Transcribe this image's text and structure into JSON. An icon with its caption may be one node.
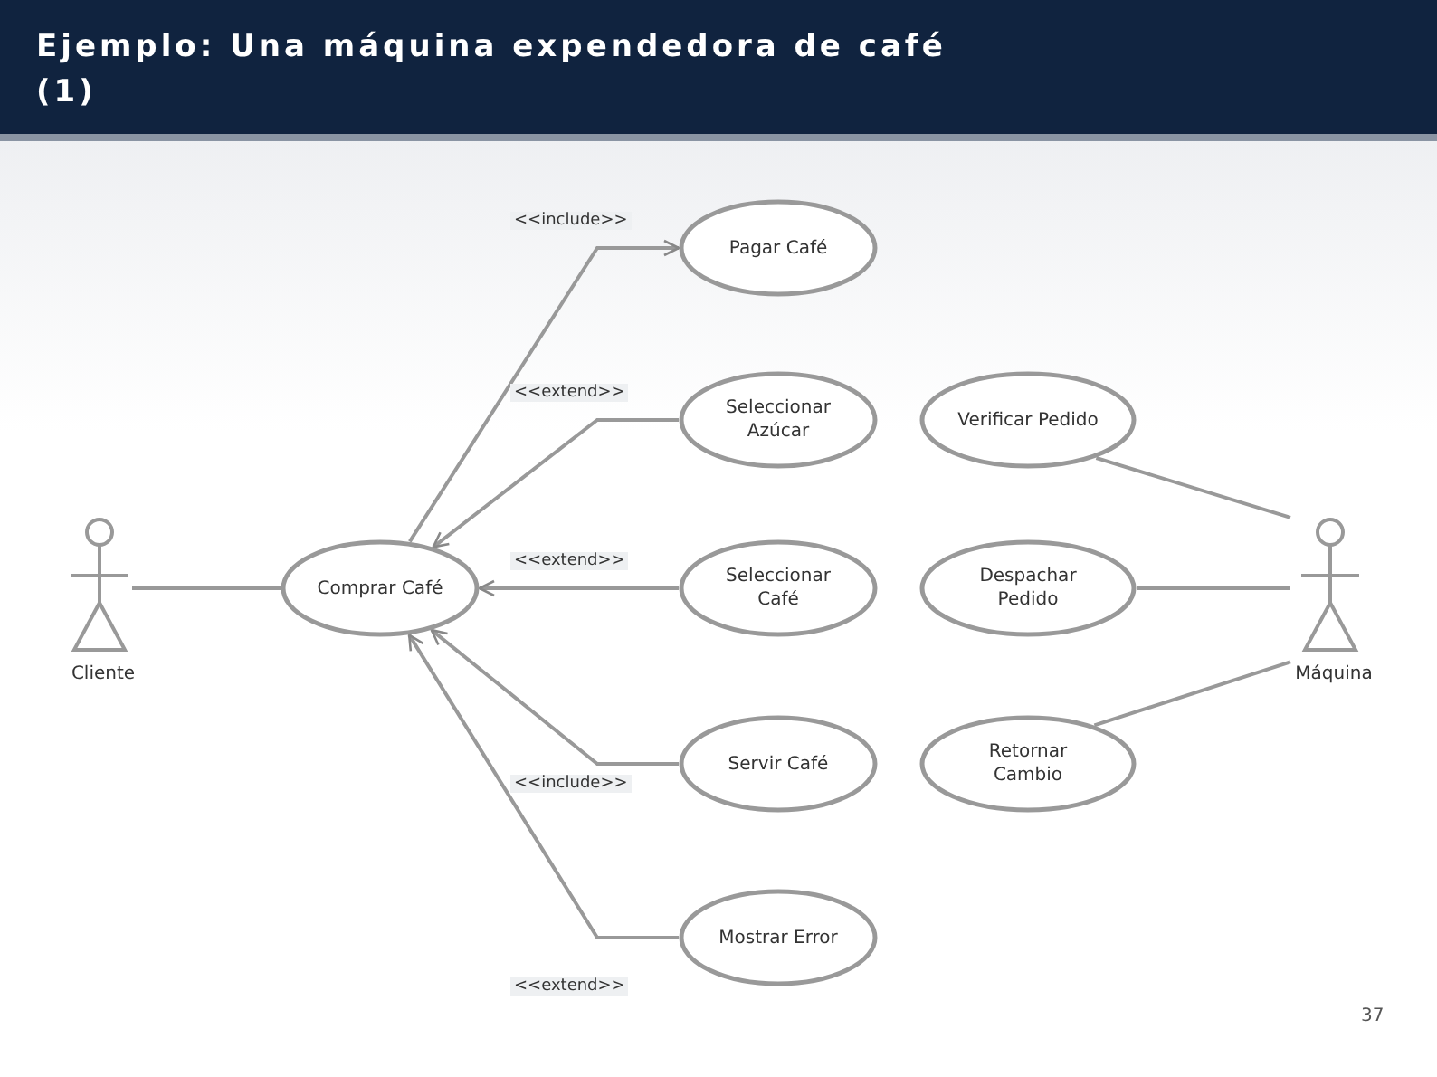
{
  "diagram": {
    "title": "Ejemplo: Una máquina expendedora de café (1)",
    "nodes": [
      {
        "text": [
          "Cliente"
        ]
      },
      {
        "text": [
          "Comprar Café"
        ]
      },
      {
        "text": [
          "Pagar Café"
        ]
      },
      {
        "text": [
          "Seleccionar Azúcar"
        ]
      },
      {
        "text": [
          "Seleccionar Café"
        ]
      },
      {
        "text": [
          "Servir Café"
        ]
      },
      {
        "text": [
          "Mostrar Error"
        ]
      },
      {
        "text": [
          "Verificar Pedido"
        ]
      },
      {
        "text": [
          "Despachar Pedido"
        ]
      },
      {
        "text": [
          "Retornar Cambio"
        ]
      },
      {
        "text": [
          "Máquina"
        ]
      }
    ],
    "edges": [
      {
        "from": 1,
        "to": 2,
        "arrow": "to",
        "label": "<<include>>"
      },
      {
        "from": 3,
        "to": 1,
        "arrow": "to",
        "label": "<<extend>>"
      },
      {
        "from": 4,
        "to": 1,
        "arrow": "to",
        "label": "<<extend>>"
      },
      {
        "from": 5,
        "to": 1,
        "arrow": "to",
        "label": "<<include>>"
      },
      {
        "from": 6,
        "to": 1,
        "arrow": "to",
        "label": "<<extend>>"
      },
      {
        "from": 0,
        "to": 1,
        "arrow": "none"
      },
      {
        "from": 7,
        "to": 10,
        "arrow": "none"
      },
      {
        "from": 8,
        "to": 10,
        "arrow": "none"
      },
      {
        "from": 9,
        "to": 10,
        "arrow": "none"
      }
    ],
    "labels": [
      "37"
    ]
  }
}
